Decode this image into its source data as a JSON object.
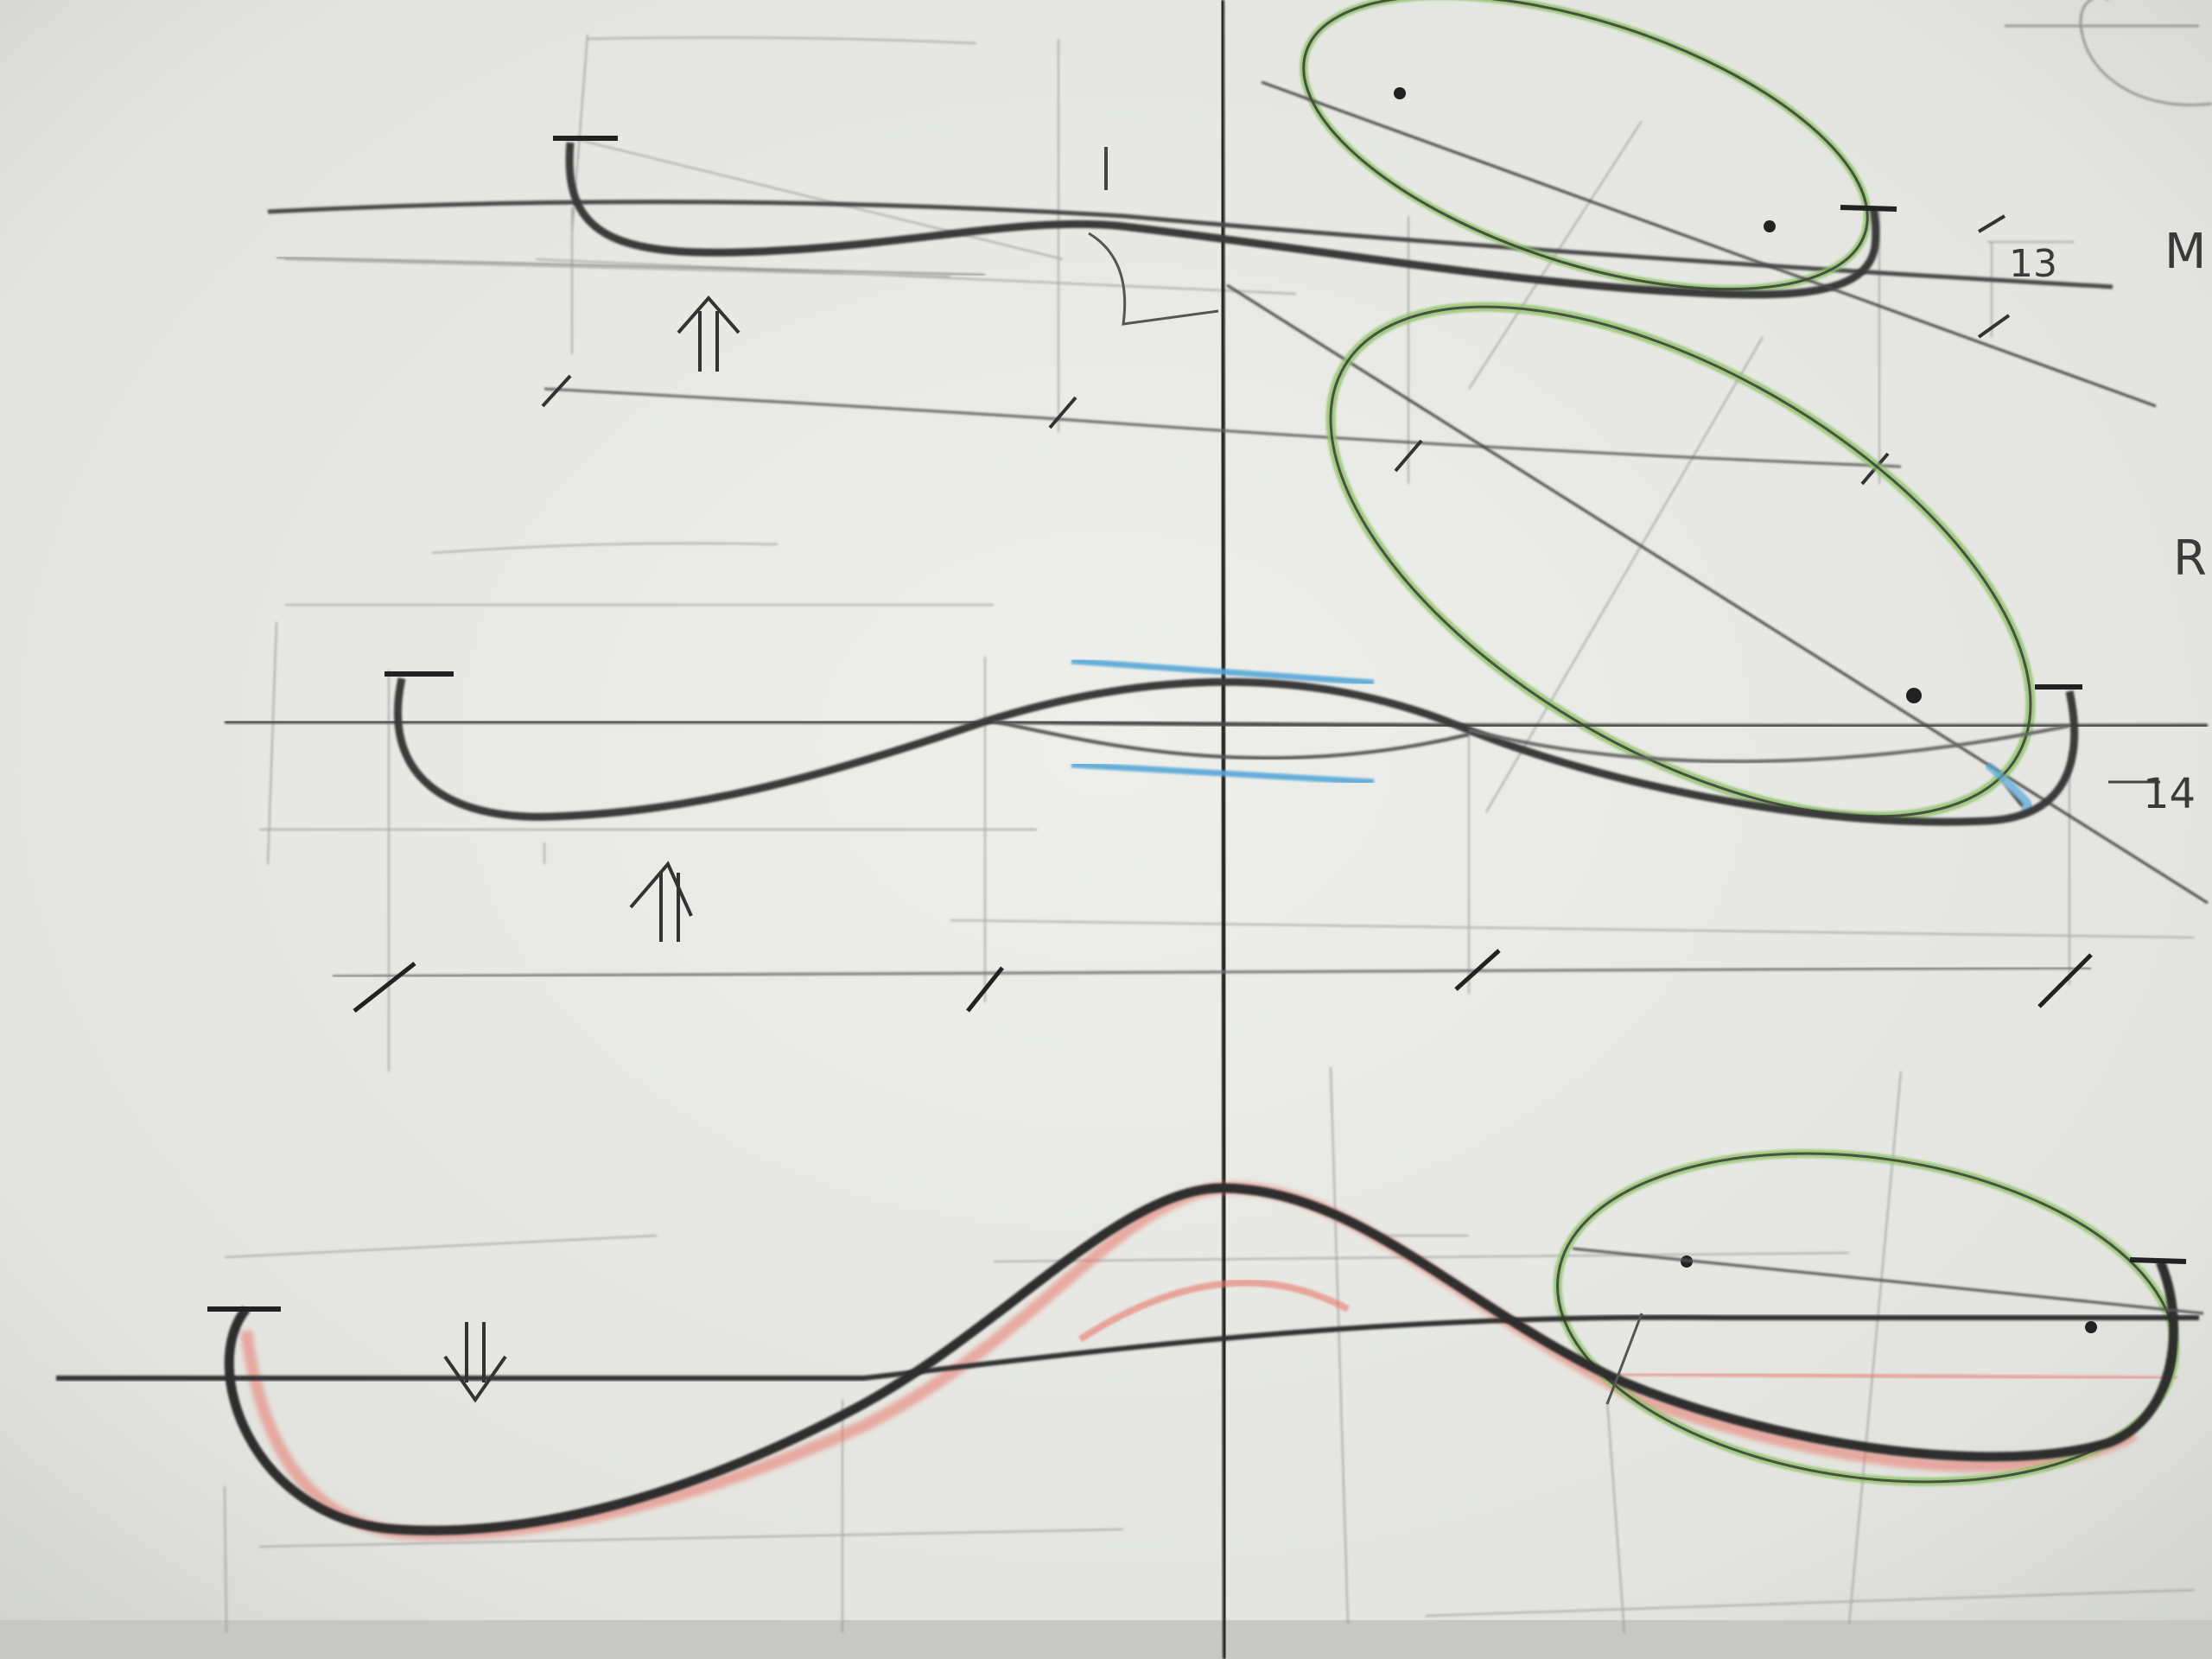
{
  "sheet": {
    "paper_color": "#e6e7e3",
    "pencil_color": "#2b2b2b",
    "light_pencil_color": "#8a8a8a",
    "colors": {
      "green": "#7fb55a",
      "blue": "#56a7d8",
      "red": "#e8776a"
    }
  },
  "annotations": {
    "row1_measure": "13",
    "row2_measure": "14",
    "margin_letter_1": "M",
    "margin_letter_2": "R"
  },
  "arrows": {
    "row1": "up-double-arrow",
    "row2": "up-double-arrow",
    "row3": "down-double-arrow"
  }
}
